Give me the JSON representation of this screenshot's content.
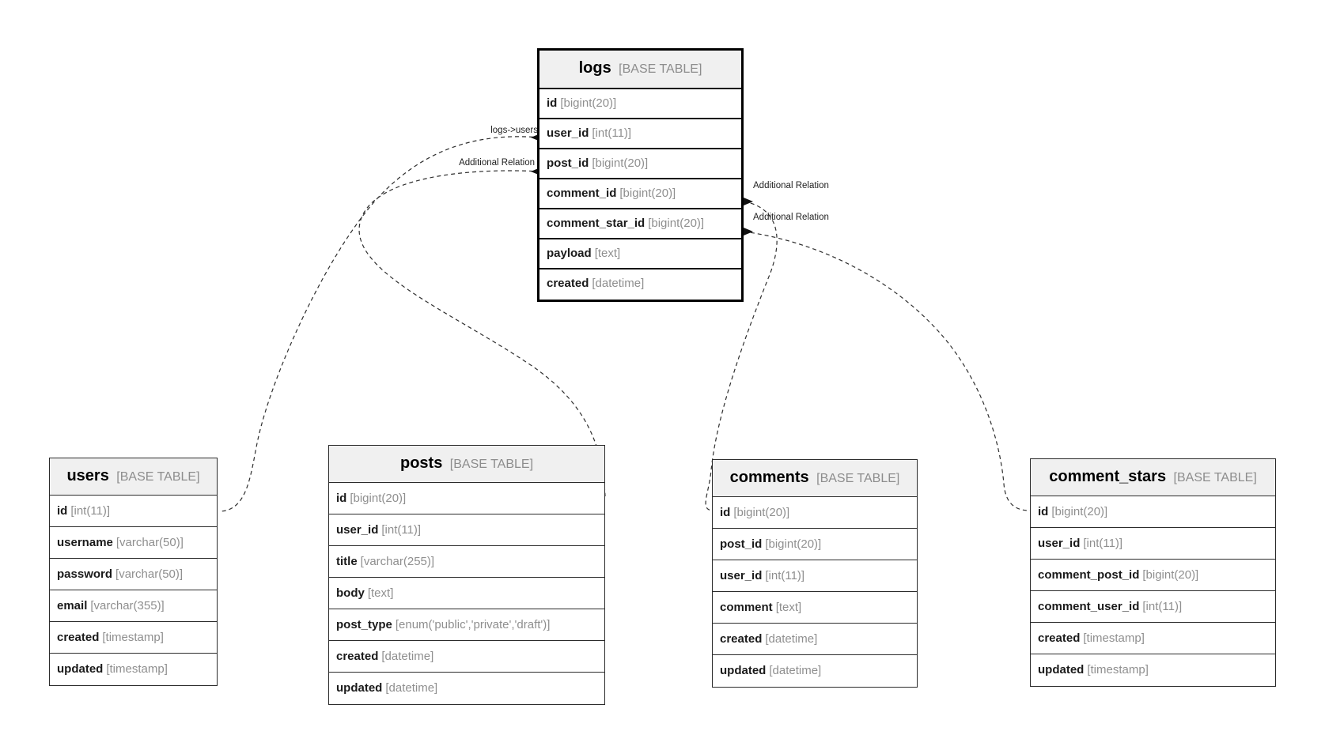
{
  "diagram_title": "database schema diagram",
  "colors": {
    "background": "#ffffff",
    "table_header_bg": "#f0f0f0",
    "table_border": "#2b2b2b",
    "emphasized_table_border": "#000000",
    "column_name": "#1a1a1a",
    "column_type": "#8f8f8f",
    "relation_line": "#2e2e2e"
  },
  "tables": [
    {
      "name": "logs",
      "badge": "[BASE TABLE]",
      "columns": [
        {
          "name": "id",
          "type": "[bigint(20)]"
        },
        {
          "name": "user_id",
          "type": "[int(11)]"
        },
        {
          "name": "post_id",
          "type": "[bigint(20)]"
        },
        {
          "name": "comment_id",
          "type": "[bigint(20)]"
        },
        {
          "name": "comment_star_id",
          "type": "[bigint(20)]"
        },
        {
          "name": "payload",
          "type": "[text]"
        },
        {
          "name": "created",
          "type": "[datetime]"
        }
      ]
    },
    {
      "name": "users",
      "badge": "[BASE TABLE]",
      "columns": [
        {
          "name": "id",
          "type": "[int(11)]"
        },
        {
          "name": "username",
          "type": "[varchar(50)]"
        },
        {
          "name": "password",
          "type": "[varchar(50)]"
        },
        {
          "name": "email",
          "type": "[varchar(355)]"
        },
        {
          "name": "created",
          "type": "[timestamp]"
        },
        {
          "name": "updated",
          "type": "[timestamp]"
        }
      ]
    },
    {
      "name": "posts",
      "badge": "[BASE TABLE]",
      "columns": [
        {
          "name": "id",
          "type": "[bigint(20)]"
        },
        {
          "name": "user_id",
          "type": "[int(11)]"
        },
        {
          "name": "title",
          "type": "[varchar(255)]"
        },
        {
          "name": "body",
          "type": "[text]"
        },
        {
          "name": "post_type",
          "type": "[enum('public','private','draft')]"
        },
        {
          "name": "created",
          "type": "[datetime]"
        },
        {
          "name": "updated",
          "type": "[datetime]"
        }
      ]
    },
    {
      "name": "comments",
      "badge": "[BASE TABLE]",
      "columns": [
        {
          "name": "id",
          "type": "[bigint(20)]"
        },
        {
          "name": "post_id",
          "type": "[bigint(20)]"
        },
        {
          "name": "user_id",
          "type": "[int(11)]"
        },
        {
          "name": "comment",
          "type": "[text]"
        },
        {
          "name": "created",
          "type": "[datetime]"
        },
        {
          "name": "updated",
          "type": "[datetime]"
        }
      ]
    },
    {
      "name": "comment_stars",
      "badge": "[BASE TABLE]",
      "columns": [
        {
          "name": "id",
          "type": "[bigint(20)]"
        },
        {
          "name": "user_id",
          "type": "[int(11)]"
        },
        {
          "name": "comment_post_id",
          "type": "[bigint(20)]"
        },
        {
          "name": "comment_user_id",
          "type": "[int(11)]"
        },
        {
          "name": "created",
          "type": "[timestamp]"
        },
        {
          "name": "updated",
          "type": "[timestamp]"
        }
      ]
    }
  ],
  "relations": [
    {
      "label": "logs->users",
      "from": "logs.user_id",
      "to": "users.id"
    },
    {
      "label": "Additional Relation",
      "from": "logs.post_id",
      "to": "posts.id"
    },
    {
      "label": "Additional Relation",
      "from": "logs.comment_id",
      "to": "comments.id"
    },
    {
      "label": "Additional Relation",
      "from": "logs.comment_star_id",
      "to": "comment_stars.id"
    }
  ]
}
